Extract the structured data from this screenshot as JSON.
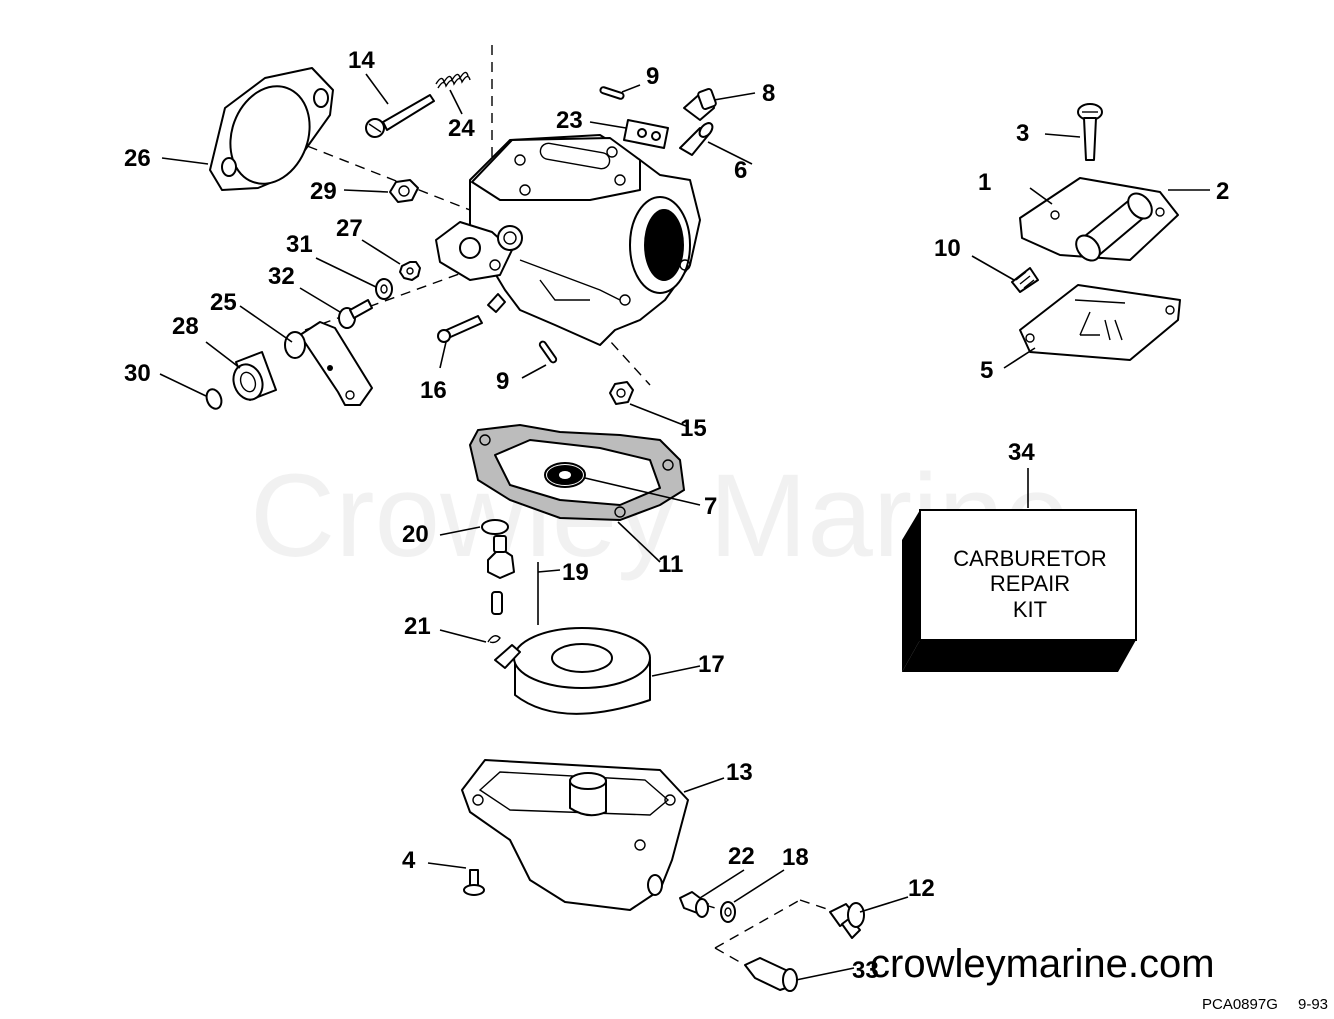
{
  "watermark": "Crowley Marine",
  "website": "crowleymarine.com",
  "figure_code": "PCA0897G",
  "figure_date": "9-93",
  "kit_label": [
    "CARBURETOR",
    "REPAIR",
    "KIT"
  ],
  "callouts": {
    "c1": "1",
    "c2": "2",
    "c3": "3",
    "c4": "4",
    "c5": "5",
    "c6": "6",
    "c7": "7",
    "c8": "8",
    "c9a": "9",
    "c9b": "9",
    "c10": "10",
    "c11": "11",
    "c12": "12",
    "c13": "13",
    "c14": "14",
    "c15": "15",
    "c16": "16",
    "c17": "17",
    "c18": "18",
    "c19": "19",
    "c20": "20",
    "c21": "21",
    "c22": "22",
    "c23": "23",
    "c24": "24",
    "c25": "25",
    "c26": "26",
    "c27": "27",
    "c28": "28",
    "c29": "29",
    "c30": "30",
    "c31": "31",
    "c32": "32",
    "c33": "33",
    "c34": "34"
  }
}
